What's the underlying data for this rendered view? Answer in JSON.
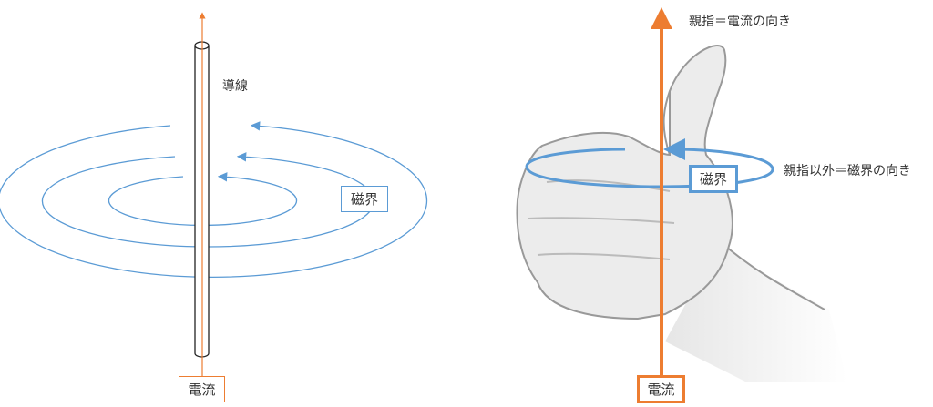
{
  "left": {
    "wire_label": "導線",
    "field_label": "磁界",
    "current_label": "電流"
  },
  "right": {
    "thumb_caption": "親指＝電流の向き",
    "fingers_caption": "親指以外＝磁界の向き",
    "field_label": "磁界",
    "current_label": "電流"
  },
  "colors": {
    "current": "#ed7d31",
    "field": "#5b9bd5",
    "wire": "#222222"
  }
}
